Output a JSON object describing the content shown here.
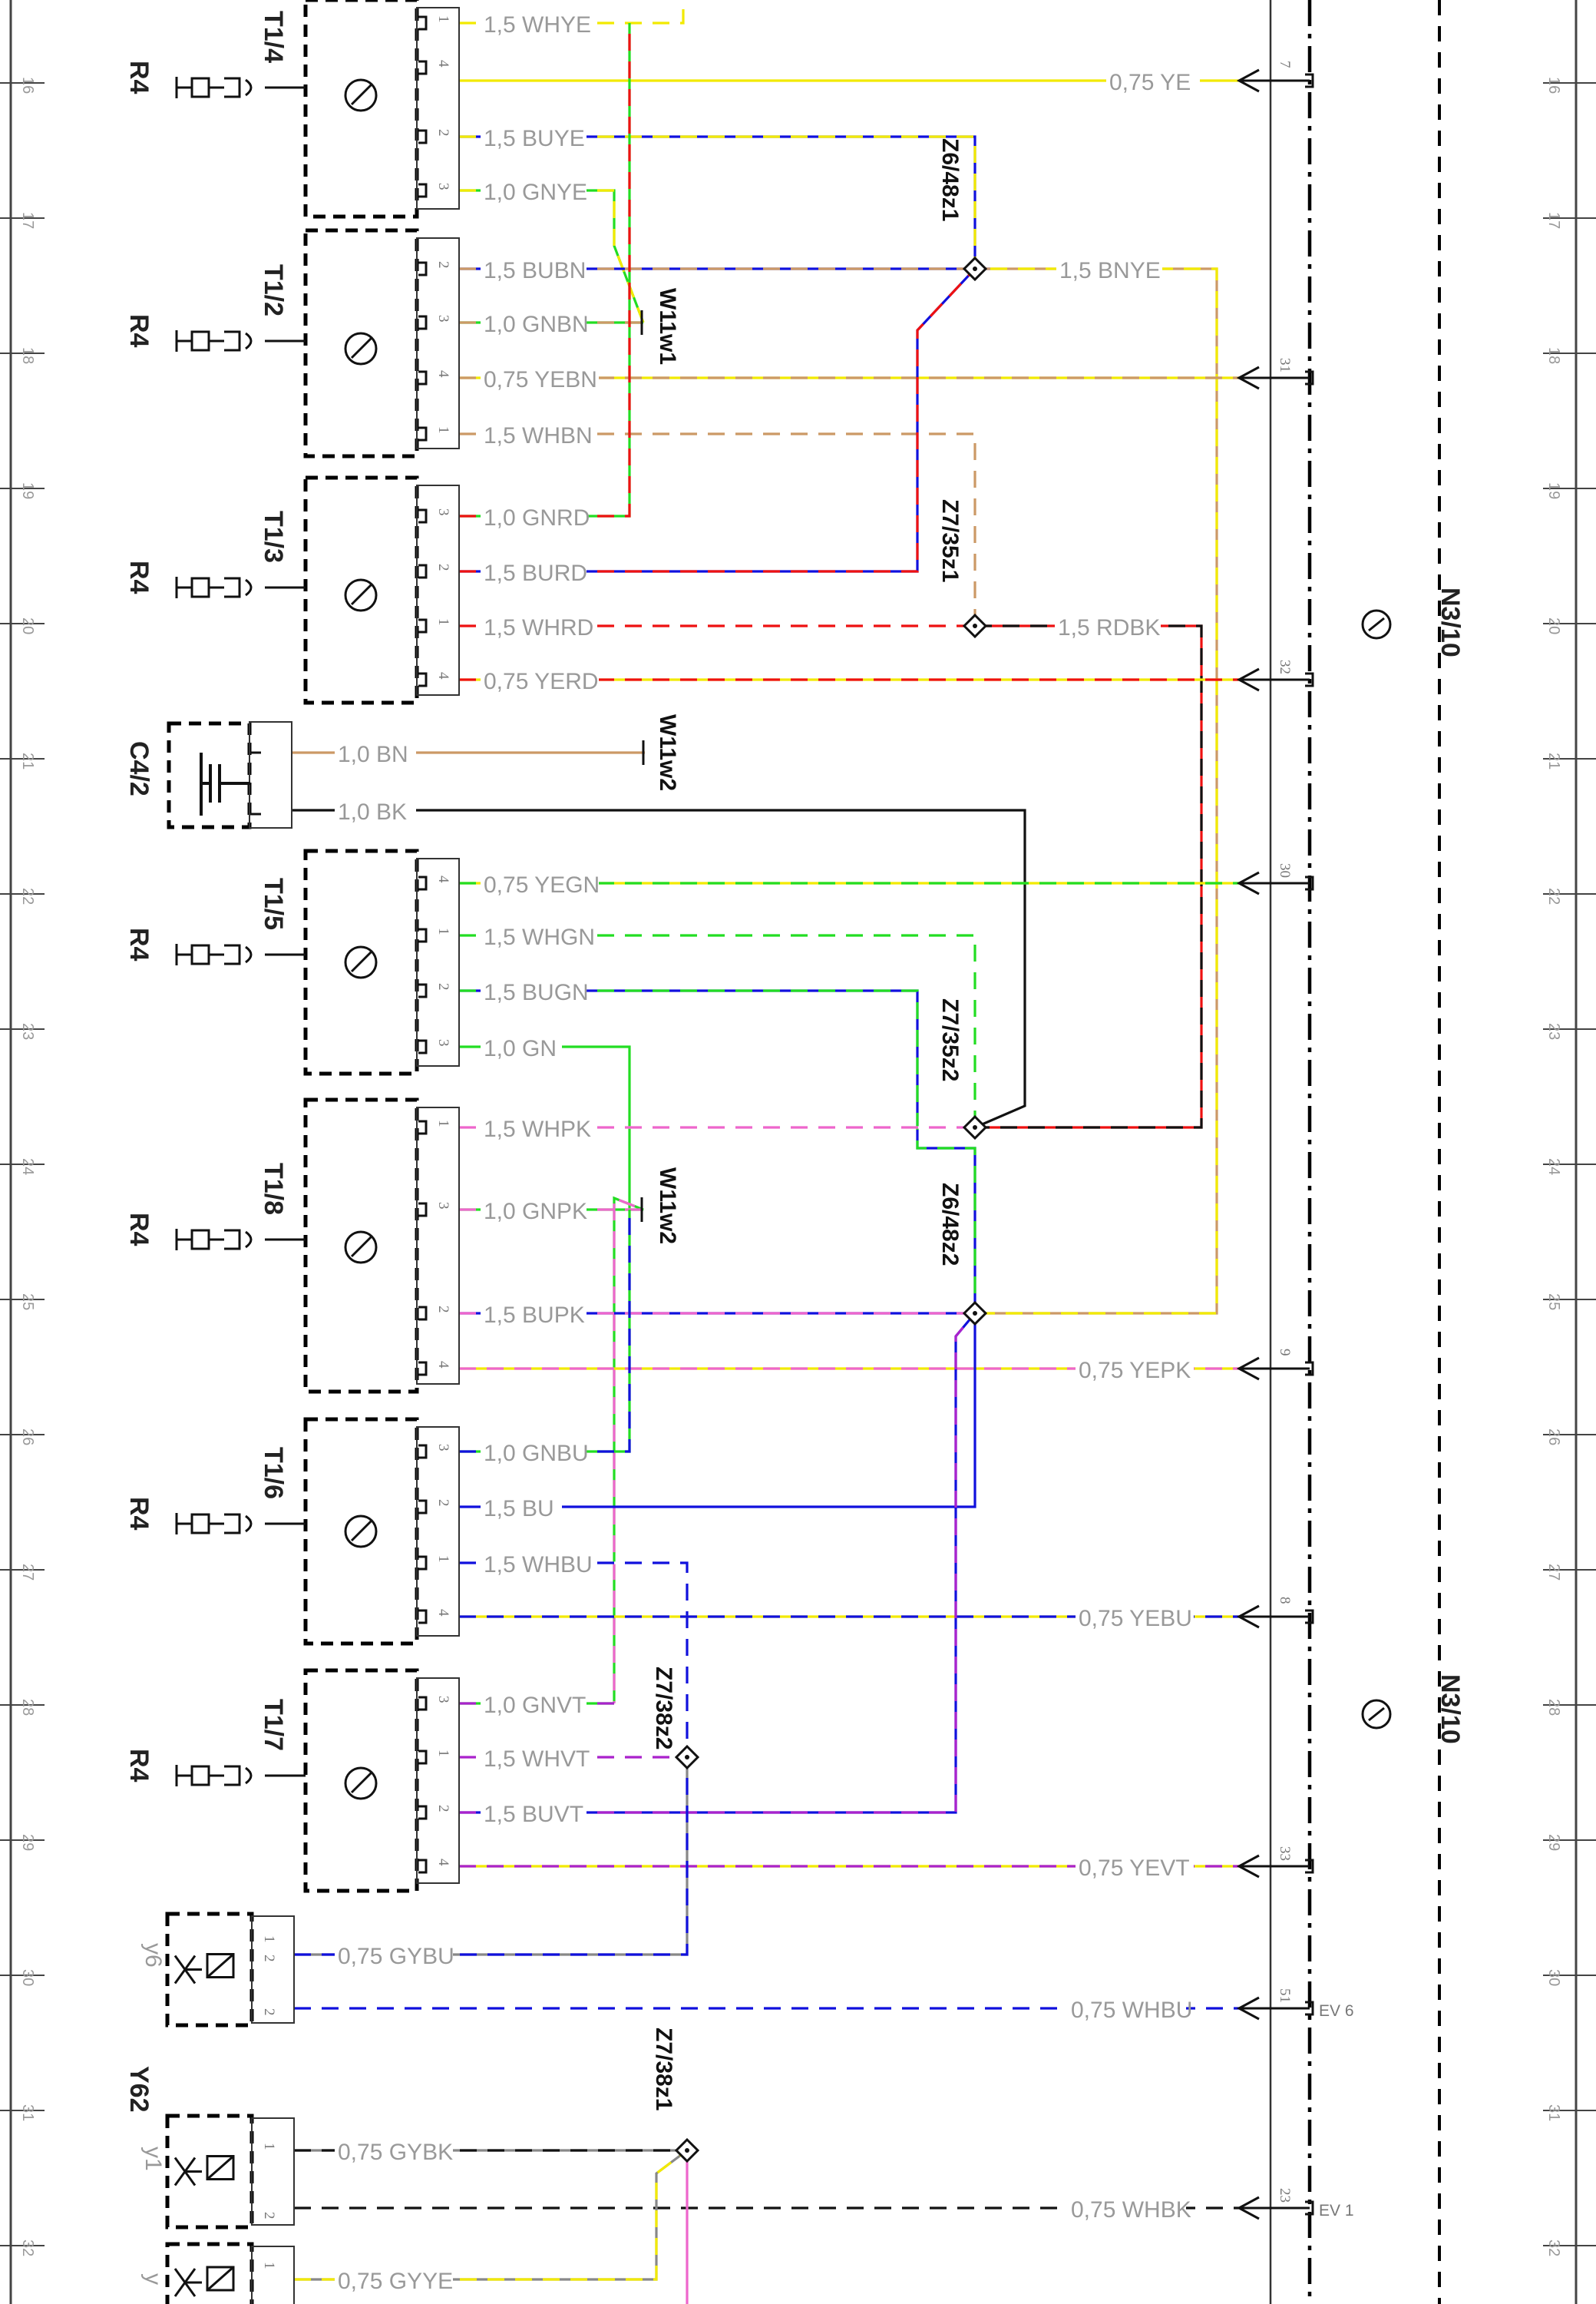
{
  "grid_numbers": [
    "16",
    "17",
    "18",
    "19",
    "20",
    "21",
    "22",
    "23",
    "24",
    "25",
    "26",
    "27",
    "28",
    "29",
    "30",
    "31",
    "32"
  ],
  "module": {
    "label": "N3/10"
  },
  "sensors": [
    {
      "label": "T1/4",
      "ground": "R4"
    },
    {
      "label": "T1/2",
      "ground": "R4"
    },
    {
      "label": "T1/3",
      "ground": "R4"
    },
    {
      "label": "T1/5",
      "ground": "R4"
    },
    {
      "label": "T1/8",
      "ground": "R4"
    },
    {
      "label": "T1/6",
      "ground": "R4"
    },
    {
      "label": "T1/7",
      "ground": "R4"
    }
  ],
  "capacitor": {
    "label": "C4/2"
  },
  "valves": {
    "group_label": "Y62",
    "items": [
      "y6",
      "y1",
      "y"
    ]
  },
  "wires": [
    "1,5 WHYE",
    "0,75 YE",
    "1,5 BUYE",
    "1,0 GNYE",
    "1,5 BUBN",
    "1,5 BNYE",
    "1,0 GNBN",
    "0,75 YEBN",
    "1,5 WHBN",
    "1,0 GNRD",
    "1,5 BURD",
    "1,5 WHRD",
    "1,5 RDBK",
    "0,75 YERD",
    "1,0 BN",
    "1,0 BK",
    "0,75 YEGN",
    "1,5 WHGN",
    "1,5 BUGN",
    "1,0 GN",
    "1,5 WHPK",
    "1,0 GNPK",
    "1,5 BUPK",
    "0,75 YEPK",
    "1,0 GNBU",
    "1,5 BU",
    "1,5 WHBU",
    "0,75 YEBU",
    "1,0 GNVT",
    "1,5 WHVT",
    "1,5 BUVT",
    "0,75 YEVT",
    "0,75 GYBU",
    "0,75 WHBU",
    "0,75 GYBK",
    "0,75 WHBK",
    "0,75 GYYE"
  ],
  "splices": [
    "Z6/48z1",
    "Z7/35z1",
    "Z7/35z2",
    "Z6/48z2",
    "Z7/38z2",
    "Z7/38z1",
    "W11w1",
    "W11w2",
    "W11w2"
  ],
  "connector_pins": [
    "7",
    "31",
    "32",
    "30",
    "9",
    "8",
    "33",
    "51",
    "23"
  ],
  "ev_labels": [
    "EV 6",
    "EV 1"
  ],
  "colors": {
    "WH": "#ffffff",
    "YE": "#f2ea00",
    "BU": "#1010dd",
    "GN": "#22dd22",
    "BN": "#cc9966",
    "RD": "#ee1111",
    "BK": "#111111",
    "PK": "#ee66cc",
    "VT": "#aa22cc",
    "GY": "#888888"
  }
}
